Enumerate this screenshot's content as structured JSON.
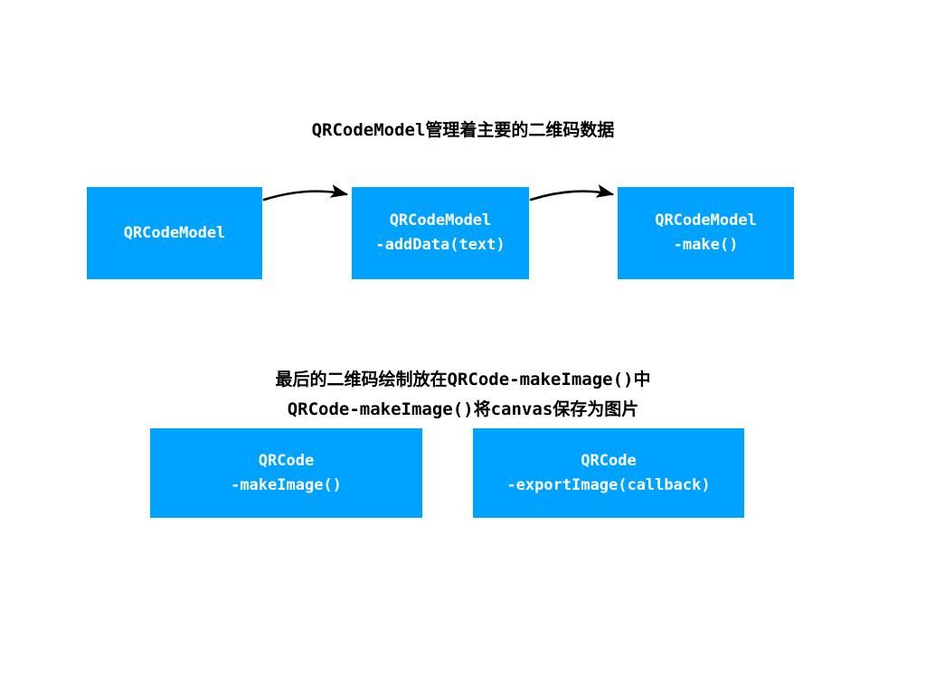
{
  "page": {
    "background_color": "#FFFFFF",
    "accent_color": "#00A2FF",
    "text_color": "#000000",
    "box_text_color": "#FFFFFF"
  },
  "title": {
    "text": "QRCodeModel管理着主要的二维码数据"
  },
  "caption": {
    "line1": "最后的二维码绘制放在QRCode-makeImage()中",
    "line2": "QRCode-makeImage()将canvas保存为图片"
  },
  "diagram": {
    "top_row": [
      {
        "id": "model",
        "label": "QRCodeModel"
      },
      {
        "id": "adddata",
        "label": "QRCodeModel\n-addData(text)"
      },
      {
        "id": "make",
        "label": "QRCodeModel\n-make()"
      }
    ],
    "bottom_row": [
      {
        "id": "makeimage",
        "label": "QRCode\n-makeImage()"
      },
      {
        "id": "exportimage",
        "label": "QRCode\n-exportImage(callback)"
      }
    ],
    "connectors": [
      {
        "id": "model-to-adddata",
        "from": "model",
        "to": "adddata",
        "style": "curved-arrow"
      },
      {
        "id": "adddata-to-make",
        "from": "adddata",
        "to": "make",
        "style": "curved-arrow"
      }
    ]
  }
}
